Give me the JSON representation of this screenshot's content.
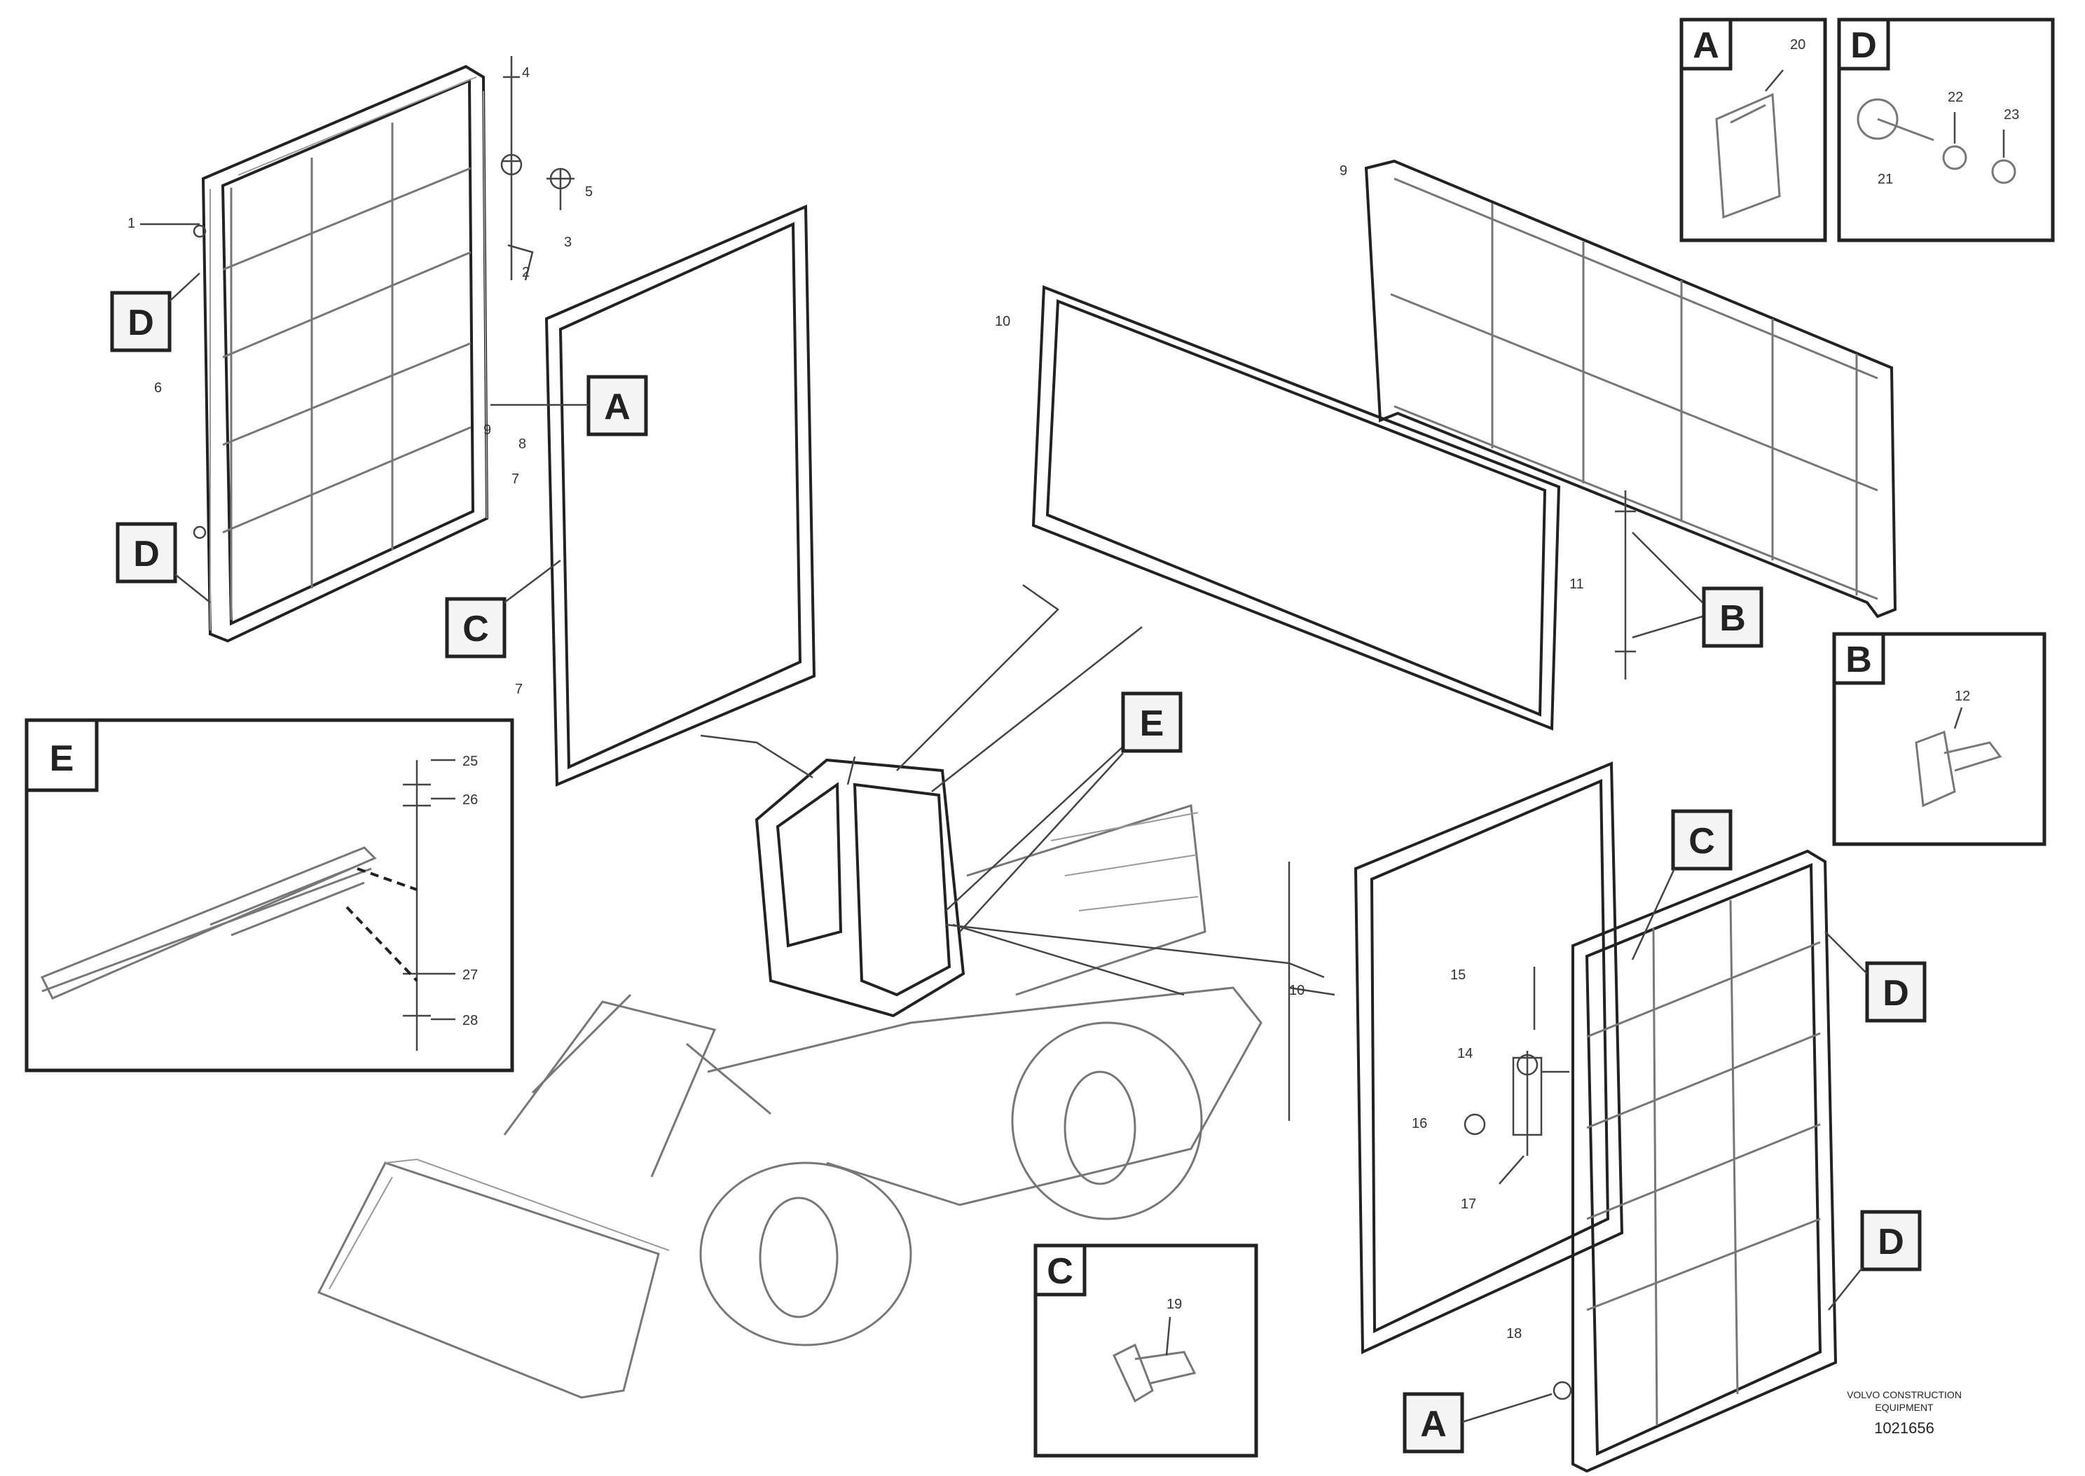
{
  "callouts": {
    "a_top": "A",
    "a_bottom": "A",
    "b_right": "B",
    "c_left": "C",
    "c_right": "C",
    "d_left_top": "D",
    "d_left_bottom": "D",
    "d_right_top": "D",
    "d_right_bottom": "D",
    "e_machine": "E"
  },
  "detail_boxes": {
    "a": {
      "letter": "A",
      "parts": [
        "20"
      ]
    },
    "d": {
      "letter": "D",
      "parts": [
        "22",
        "21",
        "23"
      ]
    },
    "b": {
      "letter": "B",
      "parts": [
        "12"
      ]
    },
    "c": {
      "letter": "C",
      "parts": [
        "19"
      ]
    },
    "e": {
      "letter": "E",
      "parts": [
        "25",
        "26",
        "27",
        "28"
      ]
    }
  },
  "part_numbers": {
    "left_frame": [
      "1",
      "4",
      "5",
      "3",
      "2",
      "6",
      "7",
      "8",
      "9"
    ],
    "left_glass": "7",
    "rear_frame": "9",
    "rear_glass": "10",
    "rear_frame_hw": "11",
    "right_glass": "10",
    "right_frame": [
      "15",
      "14",
      "16",
      "17",
      "18"
    ]
  },
  "stamp": {
    "line1": "VOLVO CONSTRUCTION",
    "line2": "EQUIPMENT",
    "code": "1021656"
  }
}
